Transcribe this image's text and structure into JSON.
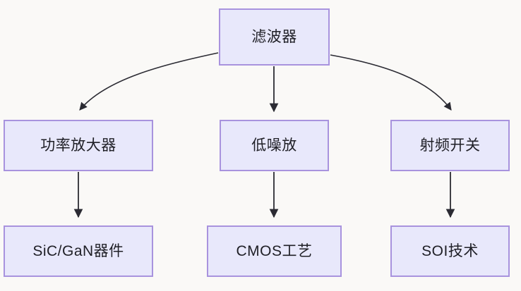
{
  "diagram": {
    "type": "flowchart",
    "orientation": "top-down",
    "background_color": "#faf9f7",
    "node_fill_color": "#e8e8fb",
    "node_border_color": "#a893de",
    "edge_color": "#2b2b33",
    "text_color": "#1f1f26",
    "nodes": {
      "root": {
        "label": "滤波器"
      },
      "power_amplifier": {
        "label": "功率放大器"
      },
      "low_noise_amplifier": {
        "label": "低噪放"
      },
      "rf_switch": {
        "label": "射频开关"
      },
      "sic_gan_device": {
        "label": "SiC/GaN器件"
      },
      "cmos_process": {
        "label": "CMOS工艺"
      },
      "soi_technology": {
        "label": "SOI技术"
      }
    },
    "edges": [
      {
        "from": "滤波器",
        "to": "功率放大器",
        "style": "curved-arrow"
      },
      {
        "from": "滤波器",
        "to": "低噪放",
        "style": "straight-arrow"
      },
      {
        "from": "滤波器",
        "to": "射频开关",
        "style": "curved-arrow"
      },
      {
        "from": "功率放大器",
        "to": "SiC/GaN器件",
        "style": "straight-arrow"
      },
      {
        "from": "低噪放",
        "to": "CMOS工艺",
        "style": "straight-arrow"
      },
      {
        "from": "射频开关",
        "to": "SOI技术",
        "style": "straight-arrow"
      }
    ]
  }
}
